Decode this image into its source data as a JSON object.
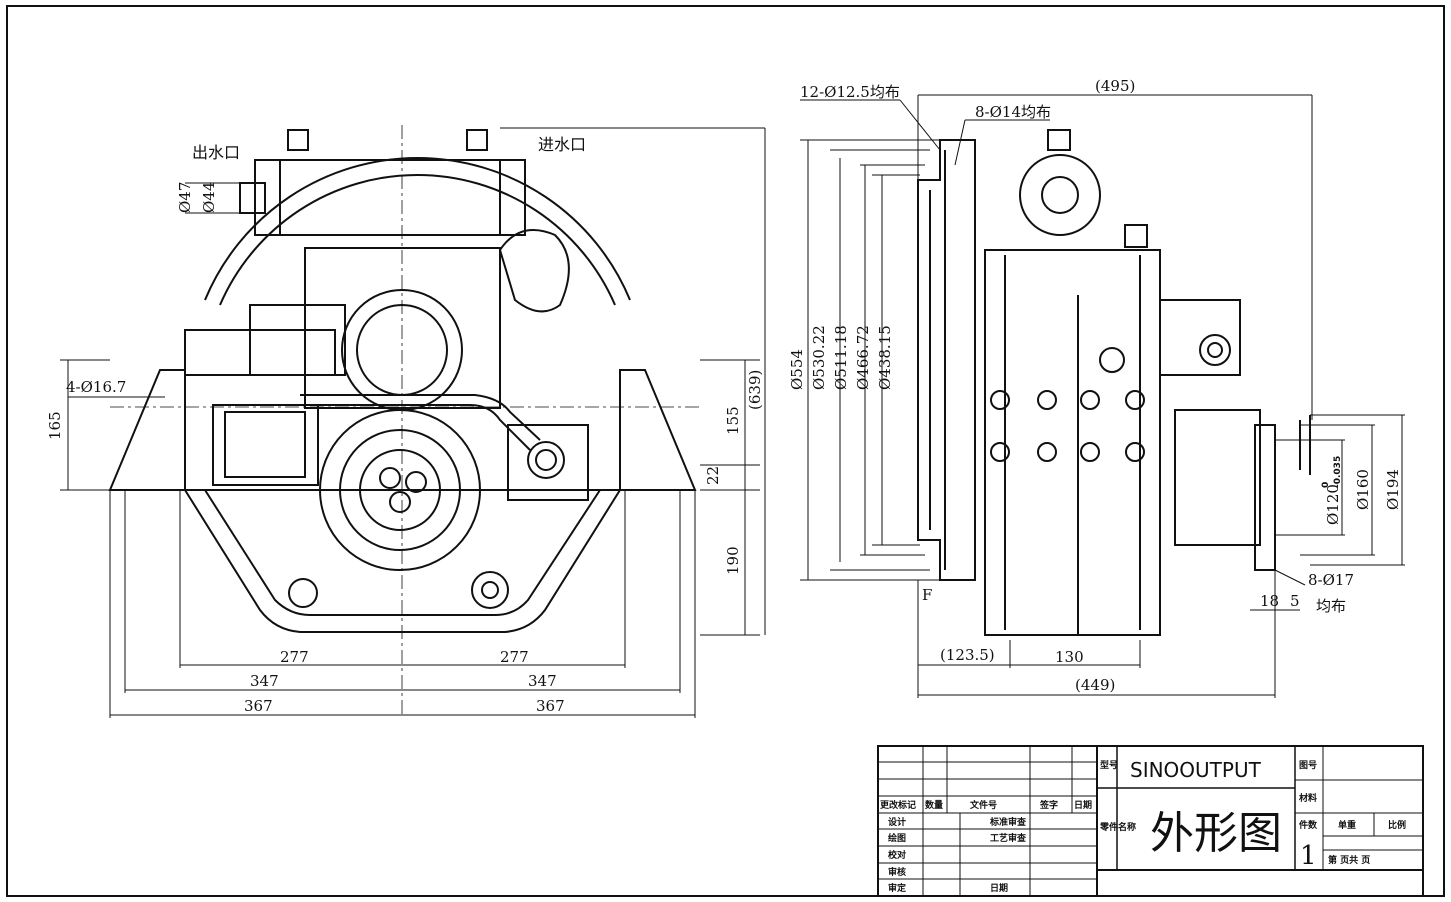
{
  "left_view": {
    "labels": {
      "outlet": "出水口",
      "inlet": "进水口",
      "bolt_holes": "4-Ø16.7"
    },
    "dimensions": {
      "d47": "Ø47",
      "d44": "Ø44",
      "h165": "165",
      "h155": "155",
      "h22": "22",
      "h190": "190",
      "h639": "(639)",
      "w277_left": "277",
      "w277_right": "277",
      "w347_left": "347",
      "w347_right": "347",
      "w367_left": "367",
      "w367_right": "367"
    }
  },
  "right_view": {
    "labels": {
      "holes_12": "12-Ø12.5均布",
      "holes_8": "8-Ø14均布",
      "holes_8_17": "8-Ø17",
      "uniform": "均布",
      "f_mark": "F"
    },
    "dimensions": {
      "w495": "(495)",
      "d554": "Ø554",
      "d530": "Ø530.22",
      "d511": "Ø511.18",
      "d466": "Ø466.72",
      "d438": "Ø438.15",
      "d120": "Ø120",
      "d120_tol_upper": "0",
      "d120_tol_lower": "-0.035",
      "d160": "Ø160",
      "d194": "Ø194",
      "w18": "18",
      "w5": "5",
      "w123": "(123.5)",
      "w130": "130",
      "w449": "(449)"
    }
  },
  "title_block": {
    "company": "SINOOUTPUT",
    "part_name": "外形图",
    "quantity": "1",
    "col_model": "型号",
    "col_part": "零件名称",
    "col_drawing_no": "图号",
    "col_material": "材料",
    "col_count": "件数",
    "col_unit_weight": "单重",
    "col_scale": "比例",
    "col_sheet": "第    页共    页",
    "rev_mark": "更改标记",
    "qty": "数量",
    "doc_no": "文件号",
    "signature": "签字",
    "date": "日期",
    "design": "设计",
    "standard_review": "标准审查",
    "drawing": "绘图",
    "process_review": "工艺审查",
    "check": "校对",
    "audit": "审核",
    "approve": "审定",
    "date2": "日期"
  }
}
